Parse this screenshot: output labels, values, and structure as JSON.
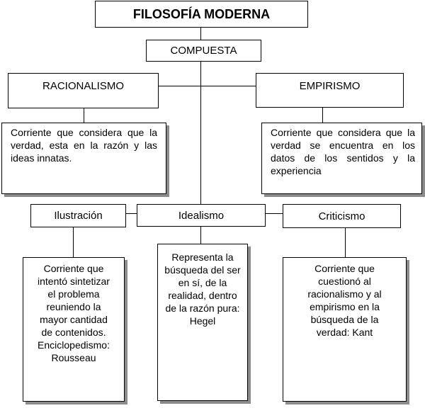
{
  "title": "FILOSOFÍA MODERNA",
  "compuesta": "COMPUESTA",
  "branches": {
    "racionalismo": {
      "label": "RACIONALISMO",
      "description": "Corriente que considera que la verdad, esta en la razón y las ideas innatas."
    },
    "empirismo": {
      "label": "EMPIRISMO",
      "description": "Corriente que considera que la verdad se encuentra en los datos de los sentidos y la experiencia"
    }
  },
  "movements": {
    "ilustracion": {
      "label": "Ilustración",
      "description": "Corriente que intentó sintetizar el problema reuniendo la mayor cantidad de contenidos. Enciclopedismo: Rousseau"
    },
    "idealismo": {
      "label": "Idealismo",
      "description": "Representa la búsqueda del ser en sí, de la realidad, dentro de la razón pura: Hegel"
    },
    "criticismo": {
      "label": "Criticismo",
      "description": "Corriente que cuestionó al racionalismo y al empirismo en la búsqueda de la verdad: Kant"
    }
  }
}
